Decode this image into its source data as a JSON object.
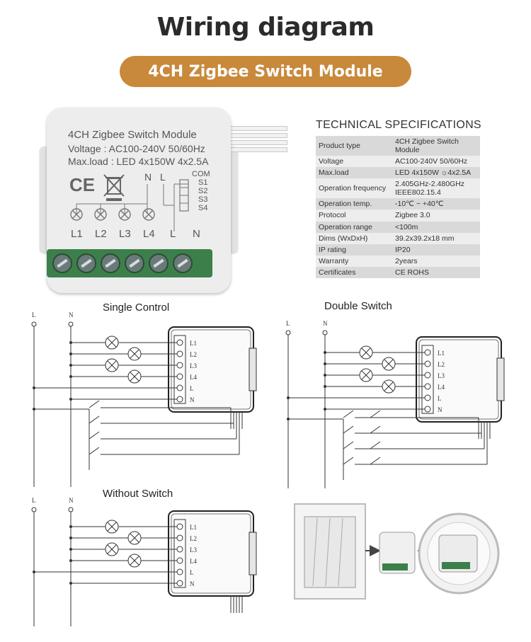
{
  "title": "Wiring diagram",
  "subtitle": "4CH Zigbee Switch Module",
  "colors": {
    "accent": "#c8893a",
    "terminal_green": "#3c7f4a"
  },
  "module": {
    "line1": "4CH Zigbee Switch Module",
    "line2": "Voltage : AC100-240V 50/60Hz",
    "line3": "Max.load : LED 4x150W 4x2.5A",
    "ce": "CE",
    "n_label": "N",
    "l_label": "L",
    "com": "COM",
    "s1": "S1",
    "s2": "S2",
    "s3": "S3",
    "s4": "S4",
    "bottom_labels": [
      "L1",
      "L2",
      "L3",
      "L4",
      "L",
      "N"
    ]
  },
  "spec": {
    "title": "TECHNICAL SPECIFICATIONS",
    "rows": [
      {
        "k": "Product type",
        "v": "4CH Zigbee Switch Module"
      },
      {
        "k": "Voltage",
        "v": "AC100-240V 50/60Hz"
      },
      {
        "k": "Max.load",
        "v": "LED 4x150W ☼4x2.5A"
      },
      {
        "k": "Operation frequency",
        "v": "2.405GHz-2.480GHz IEEE802.15.4"
      },
      {
        "k": "Operation temp.",
        "v": "-10℃ ~ +40℃"
      },
      {
        "k": "Protocol",
        "v": "Zigbee 3.0"
      },
      {
        "k": "Operation range",
        "v": "<100m"
      },
      {
        "k": "Dims (WxDxH)",
        "v": "39.2x39.2x18 mm"
      },
      {
        "k": "IP rating",
        "v": "IP20"
      },
      {
        "k": "Warranty",
        "v": "2years"
      },
      {
        "k": "Certificates",
        "v": "CE ROHS"
      }
    ]
  },
  "diagrams": {
    "single": "Single Control",
    "double": "Double Switch",
    "without": "Without Switch",
    "L": "L",
    "N": "N",
    "terms": [
      "L1",
      "L2",
      "L3",
      "L4",
      "L",
      "N"
    ]
  }
}
